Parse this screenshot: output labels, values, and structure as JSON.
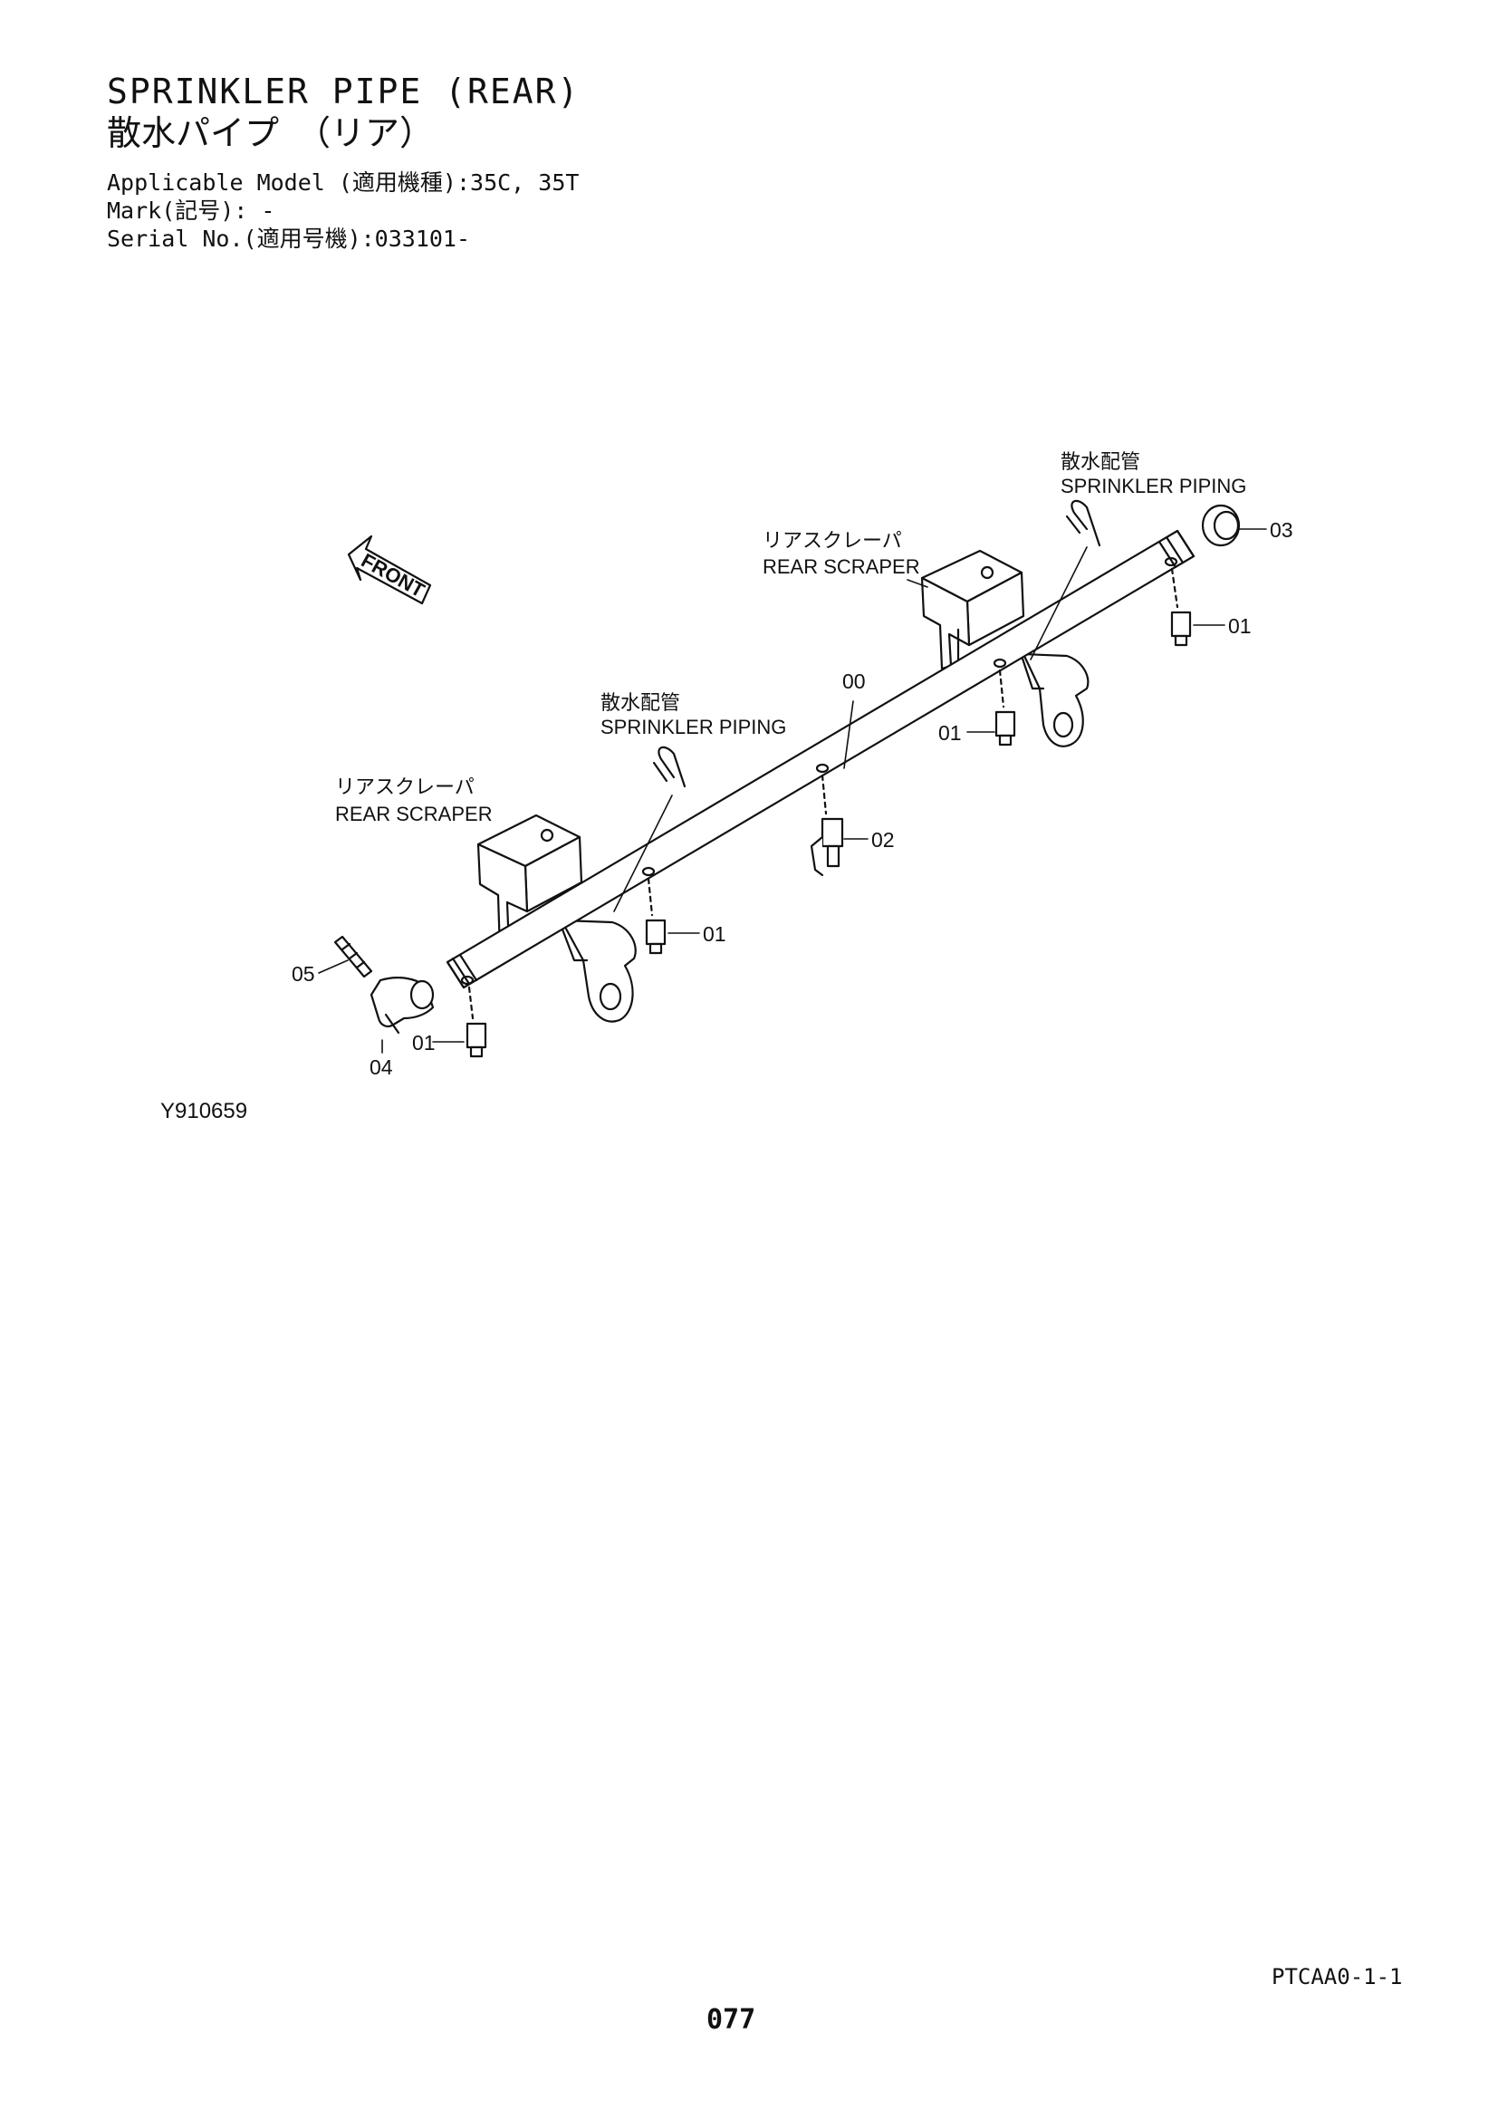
{
  "header": {
    "title_en": "SPRINKLER PIPE (REAR)",
    "title_jp": "散水パイプ　（リア）",
    "applicable_model": "Applicable Model (適用機種):35C, 35T",
    "mark": "Mark(記号): -",
    "serial_no": "Serial No.(適用号機):033101-"
  },
  "diagram": {
    "front_arrow": "FRONT",
    "callouts": {
      "sprinkler_piping_top_jp": "散水配管",
      "sprinkler_piping_top_en": "SPRINKLER PIPING",
      "rear_scraper_top_jp": "リアスクレーパ",
      "rear_scraper_top_en": "REAR SCRAPER",
      "sprinkler_piping_mid_jp": "散水配管",
      "sprinkler_piping_mid_en": "SPRINKLER PIPING",
      "rear_scraper_left_jp": "リアスクレーパ",
      "rear_scraper_left_en": "REAR SCRAPER"
    },
    "part_numbers": {
      "p00": "00",
      "p01_a": "01",
      "p01_b": "01",
      "p01_c": "01",
      "p01_d": "01",
      "p02": "02",
      "p03": "03",
      "p04": "04",
      "p05": "05"
    }
  },
  "footer": {
    "figure_code": "Y910659",
    "ref_code": "PTCAA0-1-1",
    "page_number": "077"
  }
}
